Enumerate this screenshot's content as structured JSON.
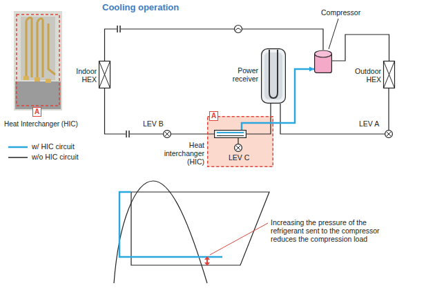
{
  "diagram": {
    "title": "Cooling operation",
    "nodes": [
      {
        "text": [
          "Indoor HEX"
        ]
      },
      {
        "text": [
          "Power receiver"
        ]
      },
      {
        "text": [
          "Compressor"
        ]
      },
      {
        "text": [
          "Outdoor HEX"
        ]
      },
      {
        "text": [
          "LEV A"
        ]
      },
      {
        "text": [
          "LEV B"
        ]
      },
      {
        "text": [
          "A"
        ]
      },
      {
        "text": [
          "Heat interchanger (HIC)"
        ],
        "in": 6
      },
      {
        "text": [
          "LEV C"
        ],
        "in": 6
      }
    ],
    "edges": [
      {
        "from": 0,
        "to": 5,
        "arrow": "none"
      },
      {
        "from": 5,
        "to": 7,
        "arrow": "none"
      },
      {
        "from": 7,
        "to": 1,
        "arrow": "none"
      },
      {
        "from": 1,
        "to": 4,
        "arrow": "none"
      },
      {
        "from": 4,
        "to": 3,
        "arrow": "none"
      },
      {
        "from": 3,
        "to": 2,
        "arrow": "none"
      },
      {
        "from": 2,
        "to": 0,
        "arrow": "none"
      },
      {
        "from": 7,
        "to": 2,
        "arrow": "to"
      },
      {
        "from": 7,
        "to": 8,
        "arrow": "none"
      }
    ],
    "labels": [
      "A",
      "Heat Interchanger (HIC)",
      "Increasing the pressure of the refrigerant sent to the compressor reduces the compression load"
    ],
    "legend": [
      {
        "text": "w/ HIC circuit"
      },
      {
        "text": "w/o HIC circuit"
      }
    ]
  }
}
